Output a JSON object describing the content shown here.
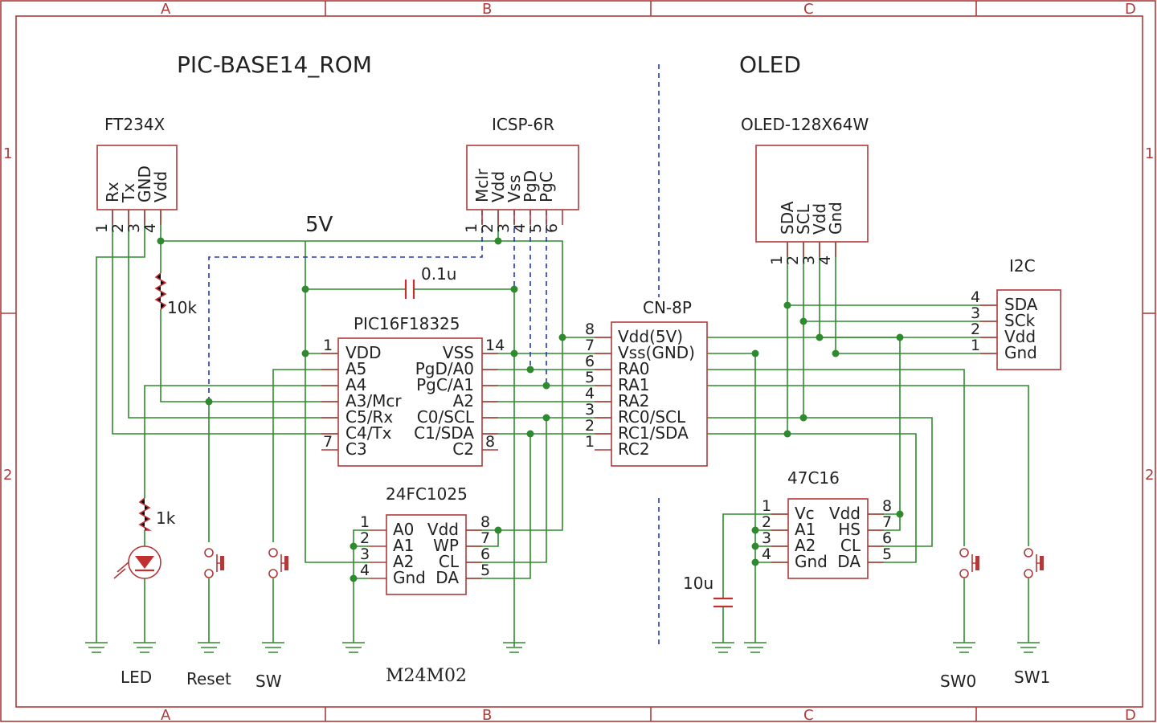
{
  "titles": {
    "main": "PIC-BASE14_ROM",
    "oled": "OLED"
  },
  "frame": {
    "cols": [
      "A",
      "B",
      "C",
      "D"
    ],
    "rows": [
      "1",
      "2"
    ]
  },
  "labels": {
    "v5": "5V",
    "r10k": "10k",
    "r1k": "1k",
    "cap01": "0.1u",
    "cap10": "10u",
    "led": "LED",
    "reset": "Reset",
    "sw": "SW",
    "sw0": "SW0",
    "sw1": "SW1",
    "m24": "M24M02"
  },
  "parts": {
    "ft234x": {
      "name": "FT234X",
      "pins": [
        "Rx",
        "Tx",
        "GND",
        "Vdd"
      ],
      "nums": [
        "1",
        "2",
        "3",
        "4"
      ]
    },
    "icsp": {
      "name": "ICSP-6R",
      "pins": [
        "Mclr",
        "Vdd",
        "Vss",
        "PgD",
        "PgC"
      ],
      "nums": [
        "1",
        "2",
        "3",
        "4",
        "5",
        "6"
      ]
    },
    "oledmod": {
      "name": "OLED-128X64W",
      "pins": [
        "SDA",
        "SCL",
        "Vdd",
        "Gnd"
      ],
      "nums": [
        "1",
        "2",
        "3",
        "4"
      ]
    },
    "pic": {
      "name": "PIC16F18325",
      "left": [
        "VDD",
        "A5",
        "A4",
        "A3/Mcr",
        "C5/Rx",
        "C4/Tx",
        "C3"
      ],
      "right": [
        "VSS",
        "PgD/A0",
        "PgC/A1",
        "A2",
        "C0/SCL",
        "C1/SDA",
        "C2"
      ],
      "nums": [
        "1",
        "7",
        "14",
        "8"
      ]
    },
    "cn8p": {
      "name": "CN-8P",
      "pins": [
        "Vdd(5V)",
        "Vss(GND)",
        "RA0",
        "RA1",
        "RA2",
        "RC0/SCL",
        "RC1/SDA",
        "RC2"
      ],
      "nums": [
        "8",
        "7",
        "6",
        "5",
        "4",
        "3",
        "2",
        "1"
      ]
    },
    "i2c": {
      "name": "I2C",
      "pins": [
        "SDA",
        "SCk",
        "Vdd",
        "Gnd"
      ],
      "nums": [
        "4",
        "3",
        "2",
        "1"
      ]
    },
    "eeprom": {
      "name": "24FC1025",
      "left": [
        "A0",
        "A1",
        "A2",
        "Gnd"
      ],
      "right": [
        "Vdd",
        "WP",
        "CL",
        "DA"
      ],
      "lnums": [
        "1",
        "2",
        "3",
        "4"
      ],
      "rnums": [
        "8",
        "7",
        "6",
        "5"
      ]
    },
    "c47c16": {
      "name": "47C16",
      "left": [
        "Vc",
        "A1",
        "A2",
        "Gnd"
      ],
      "right": [
        "Vdd",
        "HS",
        "CL",
        "DA"
      ],
      "lnums": [
        "1",
        "2",
        "3",
        "4"
      ],
      "rnums": [
        "8",
        "7",
        "6",
        "5"
      ]
    }
  }
}
